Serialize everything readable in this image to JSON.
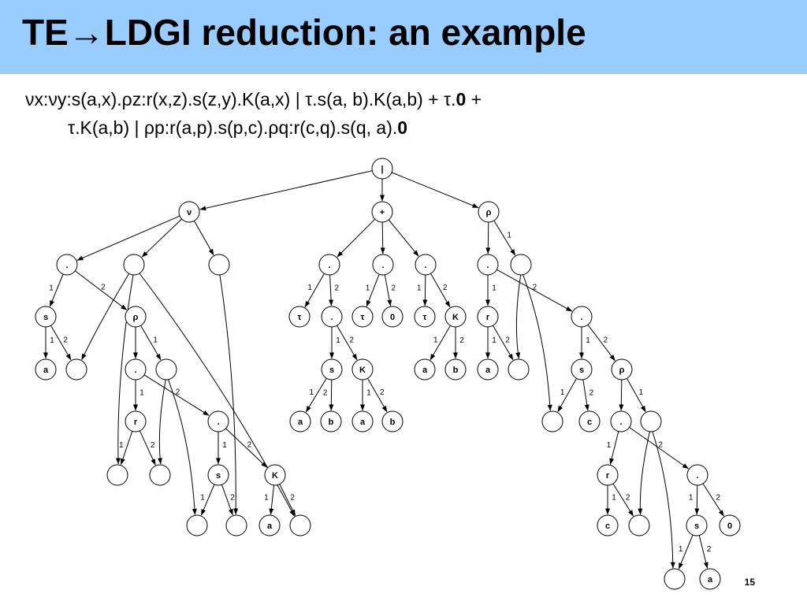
{
  "slide": {
    "title_pre": "TE",
    "title_arrow": "→",
    "title_post": "LDGI reduction: an example",
    "formula_line1_pre": "νx:νy:s(a,x).ρz:r(x,z).s(z,y).K(a,x) | τ.s(a, b).K(a,b) + τ.",
    "formula_line1_zero": "0",
    "formula_line1_post": " +",
    "formula_line2_pre": "τ.K(a,b) | ρp:r(a,p).s(p,c).ρq:r(c,q).s(q, a).",
    "formula_line2_zero": "0",
    "page_number": "15"
  },
  "colors": {
    "header_bg": "#99ccff",
    "text": "#000000"
  },
  "graph": {
    "nodes": [
      {
        "id": "par",
        "label": "|"
      },
      {
        "id": "nu",
        "label": "ν"
      },
      {
        "id": "plus",
        "label": "+"
      },
      {
        "id": "rho1",
        "label": "ρ"
      },
      {
        "id": "d1",
        "label": "."
      },
      {
        "id": "e1",
        "label": ""
      },
      {
        "id": "e2",
        "label": ""
      },
      {
        "id": "s1",
        "label": "s"
      },
      {
        "id": "a1",
        "label": "a"
      },
      {
        "id": "e3",
        "label": ""
      },
      {
        "id": "rho2",
        "label": "ρ"
      },
      {
        "id": "d2",
        "label": "."
      },
      {
        "id": "e4",
        "label": ""
      },
      {
        "id": "r1",
        "label": "r"
      },
      {
        "id": "d3",
        "label": "."
      },
      {
        "id": "e5",
        "label": ""
      },
      {
        "id": "e6",
        "label": ""
      },
      {
        "id": "s2",
        "label": "s"
      },
      {
        "id": "K1",
        "label": "K"
      },
      {
        "id": "e7",
        "label": ""
      },
      {
        "id": "e8",
        "label": ""
      },
      {
        "id": "a2",
        "label": "a"
      },
      {
        "id": "e9",
        "label": ""
      },
      {
        "id": "d4",
        "label": "."
      },
      {
        "id": "d5",
        "label": "."
      },
      {
        "id": "d6",
        "label": "."
      },
      {
        "id": "t1",
        "label": "τ"
      },
      {
        "id": "d7",
        "label": "."
      },
      {
        "id": "t2",
        "label": "τ"
      },
      {
        "id": "z1",
        "label": "0"
      },
      {
        "id": "t3",
        "label": "τ"
      },
      {
        "id": "K2",
        "label": "K"
      },
      {
        "id": "s3",
        "label": "s"
      },
      {
        "id": "K3",
        "label": "K"
      },
      {
        "id": "a3",
        "label": "a"
      },
      {
        "id": "b1",
        "label": "b"
      },
      {
        "id": "a4",
        "label": "a"
      },
      {
        "id": "b2",
        "label": "b"
      },
      {
        "id": "a5",
        "label": "a"
      },
      {
        "id": "b3",
        "label": "b"
      },
      {
        "id": "d8",
        "label": "."
      },
      {
        "id": "e10",
        "label": ""
      },
      {
        "id": "r2",
        "label": "r"
      },
      {
        "id": "d9",
        "label": "."
      },
      {
        "id": "a6",
        "label": "a"
      },
      {
        "id": "e11",
        "label": ""
      },
      {
        "id": "s4",
        "label": "s"
      },
      {
        "id": "rho3",
        "label": "ρ"
      },
      {
        "id": "e12",
        "label": ""
      },
      {
        "id": "c1",
        "label": "c"
      },
      {
        "id": "d10",
        "label": "."
      },
      {
        "id": "e13",
        "label": ""
      },
      {
        "id": "r3",
        "label": "r"
      },
      {
        "id": "d11",
        "label": "."
      },
      {
        "id": "c2",
        "label": "c"
      },
      {
        "id": "e14",
        "label": ""
      },
      {
        "id": "s5",
        "label": "s"
      },
      {
        "id": "z2",
        "label": "0"
      },
      {
        "id": "e15",
        "label": ""
      },
      {
        "id": "a7",
        "label": "a"
      }
    ],
    "edges": [
      {
        "from": "par",
        "to": "nu",
        "label": ""
      },
      {
        "from": "par",
        "to": "plus",
        "label": ""
      },
      {
        "from": "par",
        "to": "rho1",
        "label": ""
      },
      {
        "from": "nu",
        "to": "d1",
        "label": ""
      },
      {
        "from": "nu",
        "to": "e1",
        "label": ""
      },
      {
        "from": "nu",
        "to": "e2",
        "label": ""
      },
      {
        "from": "d1",
        "to": "s1",
        "label": "1"
      },
      {
        "from": "d1",
        "to": "rho2",
        "label": "2"
      },
      {
        "from": "s1",
        "to": "a1",
        "label": "1"
      },
      {
        "from": "s1",
        "to": "e3",
        "label": "2"
      },
      {
        "from": "e1",
        "to": "e3",
        "label": ""
      },
      {
        "from": "e1",
        "to": "e5",
        "label": ""
      },
      {
        "from": "e1",
        "to": "e9",
        "label": ""
      },
      {
        "from": "e2",
        "to": "e8",
        "label": ""
      },
      {
        "from": "rho2",
        "to": "d2",
        "label": ""
      },
      {
        "from": "rho2",
        "to": "e4",
        "label": "1"
      },
      {
        "from": "e4",
        "to": "e6",
        "label": ""
      },
      {
        "from": "e4",
        "to": "e7",
        "label": ""
      },
      {
        "from": "d2",
        "to": "r1",
        "label": "1"
      },
      {
        "from": "d2",
        "to": "d3",
        "label": "2"
      },
      {
        "from": "r1",
        "to": "e5",
        "label": "1"
      },
      {
        "from": "r1",
        "to": "e6",
        "label": "2"
      },
      {
        "from": "d3",
        "to": "s2",
        "label": "1"
      },
      {
        "from": "d3",
        "to": "K1",
        "label": "2"
      },
      {
        "from": "s2",
        "to": "e7",
        "label": "1"
      },
      {
        "from": "s2",
        "to": "e8",
        "label": "2"
      },
      {
        "from": "K1",
        "to": "a2",
        "label": "1"
      },
      {
        "from": "K1",
        "to": "e9",
        "label": "2"
      },
      {
        "from": "plus",
        "to": "d4",
        "label": ""
      },
      {
        "from": "plus",
        "to": "d5",
        "label": ""
      },
      {
        "from": "plus",
        "to": "d6",
        "label": ""
      },
      {
        "from": "d4",
        "to": "t1",
        "label": "1"
      },
      {
        "from": "d4",
        "to": "d7",
        "label": "2"
      },
      {
        "from": "d5",
        "to": "t2",
        "label": "1"
      },
      {
        "from": "d5",
        "to": "z1",
        "label": "2"
      },
      {
        "from": "d6",
        "to": "t3",
        "label": "1"
      },
      {
        "from": "d6",
        "to": "K2",
        "label": "2"
      },
      {
        "from": "d7",
        "to": "s3",
        "label": "1"
      },
      {
        "from": "d7",
        "to": "K3",
        "label": "2"
      },
      {
        "from": "K2",
        "to": "a4",
        "label": "1"
      },
      {
        "from": "K2",
        "to": "b2",
        "label": "2"
      },
      {
        "from": "s3",
        "to": "a3",
        "label": "1"
      },
      {
        "from": "s3",
        "to": "b1",
        "label": "2"
      },
      {
        "from": "K3",
        "to": "a5",
        "label": "1"
      },
      {
        "from": "K3",
        "to": "b3",
        "label": "2"
      },
      {
        "from": "rho1",
        "to": "d8",
        "label": ""
      },
      {
        "from": "rho1",
        "to": "e10",
        "label": "1"
      },
      {
        "from": "e10",
        "to": "e11",
        "label": ""
      },
      {
        "from": "e10",
        "to": "e12",
        "label": ""
      },
      {
        "from": "d8",
        "to": "r2",
        "label": "1"
      },
      {
        "from": "d8",
        "to": "d9",
        "label": "2"
      },
      {
        "from": "r2",
        "to": "a6",
        "label": "1"
      },
      {
        "from": "r2",
        "to": "e11",
        "label": "2"
      },
      {
        "from": "d9",
        "to": "s4",
        "label": "1"
      },
      {
        "from": "d9",
        "to": "rho3",
        "label": "2"
      },
      {
        "from": "s4",
        "to": "e12",
        "label": "1"
      },
      {
        "from": "s4",
        "to": "c1",
        "label": "2"
      },
      {
        "from": "rho3",
        "to": "d10",
        "label": ""
      },
      {
        "from": "rho3",
        "to": "e13",
        "label": "1"
      },
      {
        "from": "e13",
        "to": "e14",
        "label": ""
      },
      {
        "from": "e13",
        "to": "e15",
        "label": ""
      },
      {
        "from": "d10",
        "to": "r3",
        "label": "1"
      },
      {
        "from": "d10",
        "to": "d11",
        "label": "2"
      },
      {
        "from": "r3",
        "to": "c2",
        "label": "1"
      },
      {
        "from": "r3",
        "to": "e14",
        "label": "2"
      },
      {
        "from": "d11",
        "to": "s5",
        "label": "1"
      },
      {
        "from": "d11",
        "to": "z2",
        "label": "2"
      },
      {
        "from": "s5",
        "to": "e15",
        "label": "1"
      },
      {
        "from": "s5",
        "to": "a7",
        "label": "2"
      }
    ]
  }
}
